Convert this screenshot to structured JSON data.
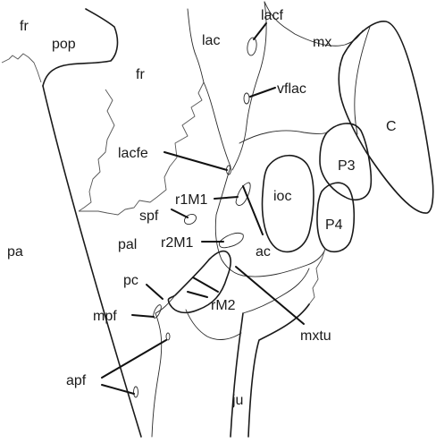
{
  "labels": {
    "fr_top": "fr",
    "pop": "pop",
    "fr_mid": "fr",
    "lac": "lac",
    "lacf": "lacf",
    "mx": "mx",
    "vflac": "vflac",
    "c": "C",
    "lacfe": "lacfe",
    "p3": "P3",
    "r1m1": "r1M1",
    "ioc": "ioc",
    "spf": "spf",
    "p4": "P4",
    "pa": "pa",
    "pal": "pal",
    "r2m1": "r2M1",
    "ac": "ac",
    "pc": "pc",
    "rm2": "rM2",
    "mpf": "mpf",
    "mxtu": "mxtu",
    "apf": "apf",
    "ju": "ju"
  }
}
